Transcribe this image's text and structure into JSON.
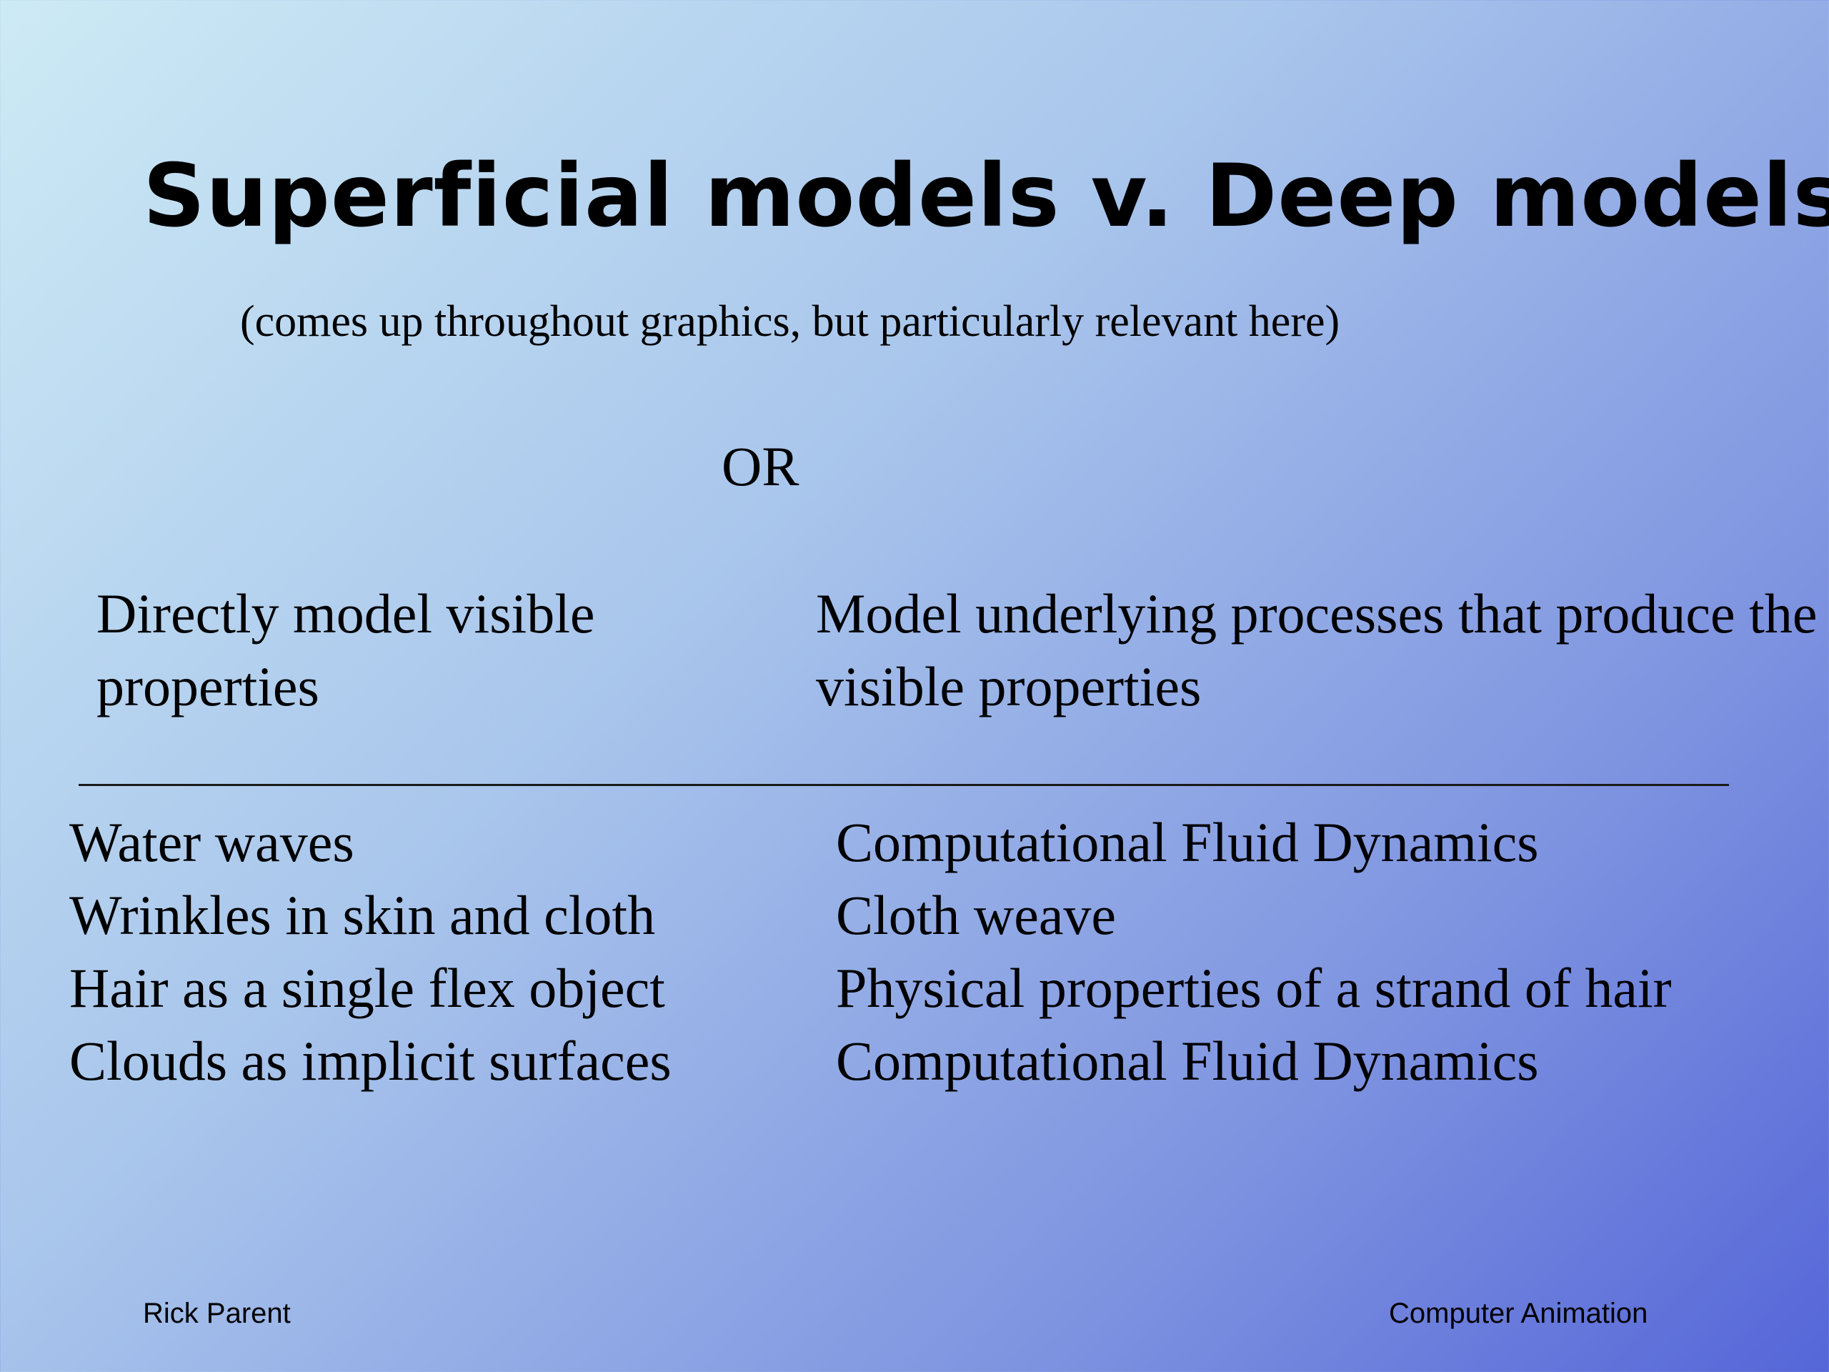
{
  "slide": {
    "title": "Superficial models v. Deep models",
    "subtitle": "(comes up throughout graphics, but particularly relevant here)",
    "or_label": "OR",
    "left_heading": "Directly model visible properties",
    "right_heading": "Model underlying processes that produce the visible properties",
    "left_items": [
      "Water waves",
      "Wrinkles in skin and cloth",
      "Hair as a single flex object",
      "Clouds as implicit surfaces"
    ],
    "right_items": [
      "Computational Fluid Dynamics",
      "Cloth weave",
      "Physical properties of a strand of hair",
      "Computational Fluid Dynamics"
    ]
  },
  "footer": {
    "author": "Rick Parent",
    "course": "Computer Animation"
  }
}
